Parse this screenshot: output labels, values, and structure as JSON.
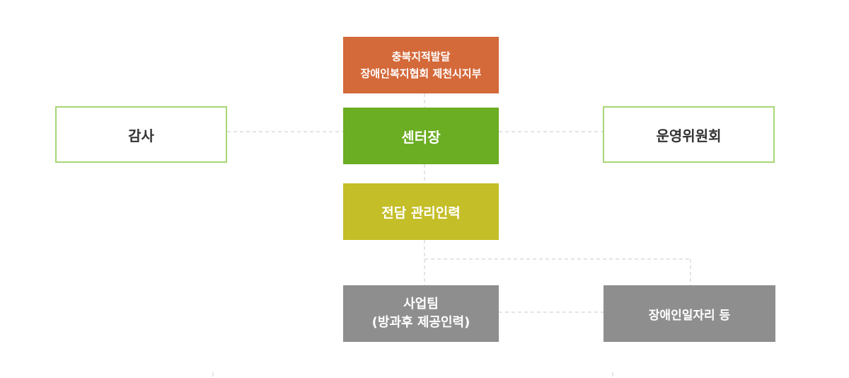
{
  "diagram": {
    "root": {
      "line1": "충북지적발달",
      "line2": "장애인복지협회 제천시지부"
    },
    "center": {
      "label": "센터장"
    },
    "audit": {
      "label": "감사"
    },
    "committee": {
      "label": "운영위원회"
    },
    "staff": {
      "label": "전담 관리인력"
    },
    "team": {
      "line1": "사업팀",
      "line2": "(방과후 제공인력)"
    },
    "jobs": {
      "label": "장애인일자리 등"
    }
  },
  "colors": {
    "root_fill": "#d4693a",
    "center_fill": "#6bad23",
    "staff_fill": "#c4be28",
    "team_fill": "#8e8e8e",
    "outline_border": "#a8d676",
    "connector": "#d3d3d3"
  }
}
